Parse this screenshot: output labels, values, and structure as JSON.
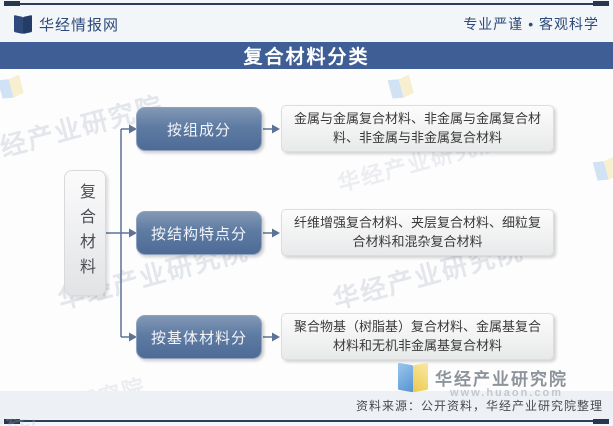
{
  "header": {
    "site_name": "华经情报网",
    "tagline": "专业严谨 • 客观科学"
  },
  "title_bar": {
    "title": "复合材料分类"
  },
  "diagram": {
    "root_label": "复合材料",
    "branches": [
      {
        "label": "按组成分",
        "description": "金属与金属复合材料、非金属与金属复合材料、非金属与非金属复合材料"
      },
      {
        "label": "按结构特点分",
        "description": "纤维增强复合材料、夹层复合材料、细粒复合材料和混杂复合材料"
      },
      {
        "label": "按基体材料分",
        "description": "聚合物基（树脂基）复合材料、金属基复合材料和无机非金属基复合材料"
      }
    ]
  },
  "watermark": {
    "text": "华经产业研究院"
  },
  "footer": {
    "brand_name": "华经产业研究院",
    "brand_url": "www.huaon.com",
    "source_note": "资料来源：公开资料，华经产业研究院整理"
  },
  "colors": {
    "title_bar_bg": "#3f5e96",
    "header_text": "#2e4a7a",
    "branch_box_top": "#8398b6",
    "branch_box_bottom": "#4d6b96",
    "connector": "#5c7396",
    "logo_blue": "#5593d0",
    "logo_yellow": "#edc94c",
    "footer_bar_bg": "#edf1f6"
  }
}
